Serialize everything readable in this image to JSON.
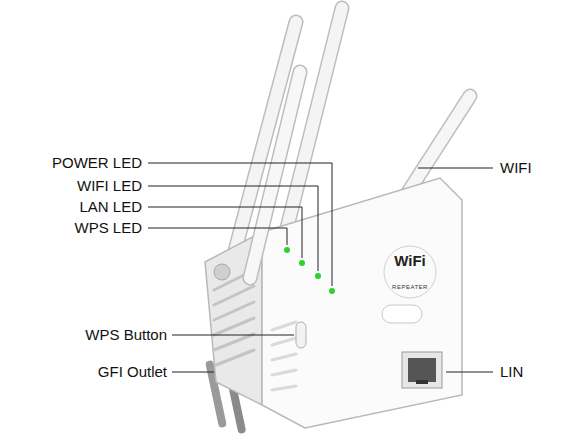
{
  "diagram": {
    "labels": [
      "POWER LED",
      "WIFI LED",
      "LAN LED",
      "WPS LED",
      "WPS Button",
      "GFI Outlet",
      "WIFI",
      "LIN",
      "WiFi",
      "REPEATER"
    ]
  }
}
